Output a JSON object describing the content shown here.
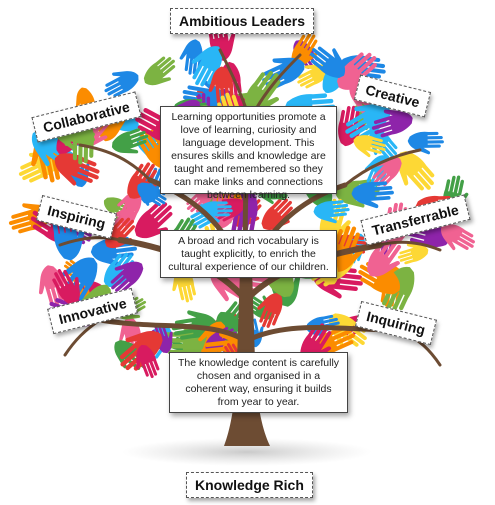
{
  "labels": {
    "top": "Ambitious Leaders",
    "collaborative": "Collaborative",
    "creative": "Creative",
    "inspiring": "Inspiring",
    "transferrable": "Transferrable",
    "innovative": "Innovative",
    "inquiring": "Inquiring",
    "bottom": "Knowledge Rich"
  },
  "statements": {
    "learning": "Learning opportunities  promote  a love of learning, curiosity and language development.  This ensures skills and knowledge are taught and remembered  so they can make links and connections between learning.",
    "vocabulary": "A broad and rich vocabulary is taught explicitly, to enrich the cultural experience of our children.",
    "knowledge": "The knowledge content is carefully chosen and organised in a coherent way, ensuring it builds from year to year."
  },
  "hand_colors": [
    "#e53935",
    "#fb8c00",
    "#fdd835",
    "#7cb342",
    "#43a047",
    "#1e88e5",
    "#29b6f6",
    "#8e24aa",
    "#d81b60",
    "#f06292"
  ],
  "trunk_color": "#6d4c33"
}
